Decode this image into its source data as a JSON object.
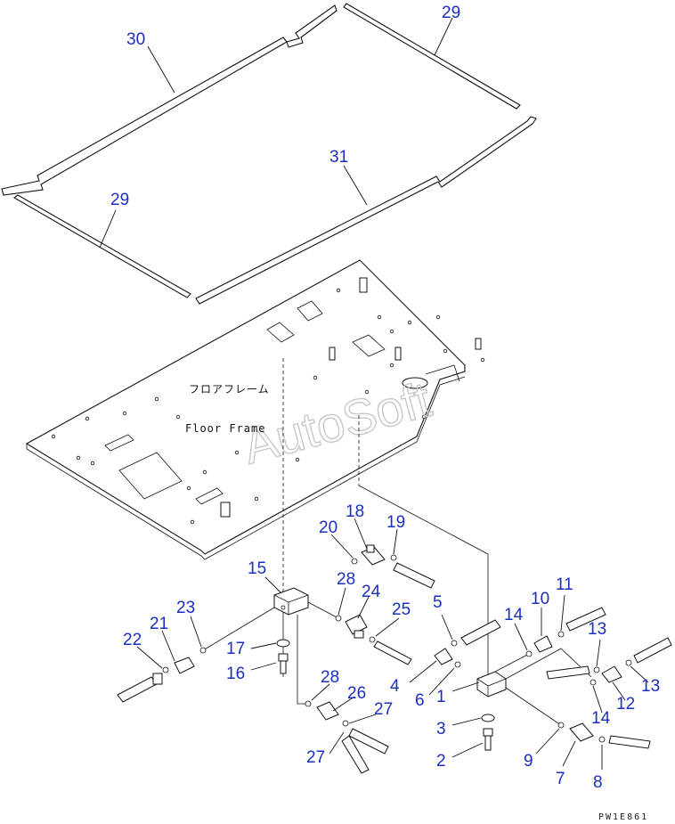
{
  "frame_label": {
    "japanese": "フロアフレーム",
    "english": "Floor Frame"
  },
  "watermark": "AutoSoft",
  "drawing_code": "PW1E861",
  "part_labels": [
    {
      "id": "p30",
      "text": "30"
    },
    {
      "id": "p29a",
      "text": "29"
    },
    {
      "id": "p31",
      "text": "31"
    },
    {
      "id": "p29b",
      "text": "29"
    },
    {
      "id": "p18",
      "text": "18"
    },
    {
      "id": "p20",
      "text": "20"
    },
    {
      "id": "p19",
      "text": "19"
    },
    {
      "id": "p15",
      "text": "15"
    },
    {
      "id": "p28a",
      "text": "28"
    },
    {
      "id": "p24",
      "text": "24"
    },
    {
      "id": "p25",
      "text": "25"
    },
    {
      "id": "p23",
      "text": "23"
    },
    {
      "id": "p21",
      "text": "21"
    },
    {
      "id": "p22",
      "text": "22"
    },
    {
      "id": "p17",
      "text": "17"
    },
    {
      "id": "p16",
      "text": "16"
    },
    {
      "id": "p28b",
      "text": "28"
    },
    {
      "id": "p26",
      "text": "26"
    },
    {
      "id": "p27a",
      "text": "27"
    },
    {
      "id": "p27b",
      "text": "27"
    },
    {
      "id": "p5",
      "text": "5"
    },
    {
      "id": "p4",
      "text": "4"
    },
    {
      "id": "p6",
      "text": "6"
    },
    {
      "id": "p1",
      "text": "1"
    },
    {
      "id": "p3",
      "text": "3"
    },
    {
      "id": "p2",
      "text": "2"
    },
    {
      "id": "p14a",
      "text": "14"
    },
    {
      "id": "p10",
      "text": "10"
    },
    {
      "id": "p11",
      "text": "11"
    },
    {
      "id": "p13a",
      "text": "13"
    },
    {
      "id": "p13b",
      "text": "13"
    },
    {
      "id": "p12",
      "text": "12"
    },
    {
      "id": "p14b",
      "text": "14"
    },
    {
      "id": "p9",
      "text": "9"
    },
    {
      "id": "p7",
      "text": "7"
    },
    {
      "id": "p8",
      "text": "8"
    }
  ]
}
